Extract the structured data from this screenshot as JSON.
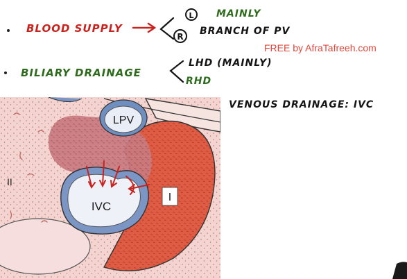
{
  "notes": {
    "blood_supply": {
      "label": "BLOOD SUPPLY",
      "left_circle_letter": "L",
      "left_text": "MAINLY",
      "right_circle_letter": "R",
      "right_text": "BRANCH OF PV"
    },
    "biliary_drainage": {
      "label": "BILIARY DRAINAGE",
      "top_text": "LHD (MAINLY)",
      "bottom_text": "RHD"
    },
    "venous_drainage": {
      "text": "VENOUS DRAINAGE: IVC"
    }
  },
  "watermark": "FREE by AfraTafreeh.com",
  "figure": {
    "labels": {
      "lpv": "LPV",
      "ivc": "IVC",
      "segment_i": "I",
      "segment_ii": "II"
    }
  },
  "colors": {
    "red_ink": "#c8231e",
    "green_ink": "#2f6b1c",
    "black_ink": "#141414",
    "watermark": "#e0463a",
    "liver_pink": "#f3d4d0",
    "caudate_red": "#dd5a42",
    "vessel_blue": "#6f8fc0"
  }
}
